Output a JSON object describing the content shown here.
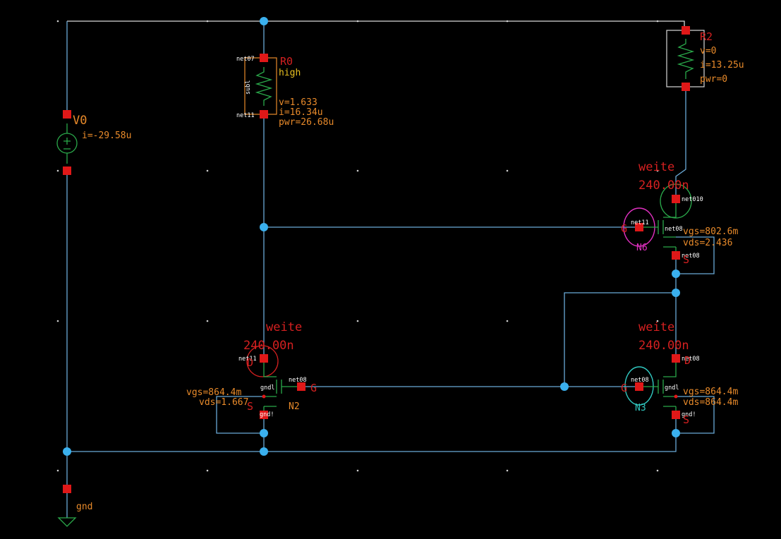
{
  "colors": {
    "background": "#000000",
    "wire": "#6aa9d6",
    "pin": "#e01818",
    "junction": "#3ab0ee",
    "annotation": "#e88a2a",
    "instance_label": "#d42020",
    "device_symbol": "#2aa84a"
  },
  "sources": {
    "v0": {
      "name": "V0",
      "current": "i=-29.58u"
    }
  },
  "resistors": {
    "r0": {
      "name": "R0",
      "model": "high",
      "tag": "subl",
      "voltage": "v=1.633",
      "current": "i=16.34u",
      "power": "pwr=26.68u",
      "net_top": "net07",
      "net_bottom": "net11"
    },
    "r2": {
      "name": "R2",
      "voltage": "v=0",
      "current": "i=13.25u",
      "power": "pwr=0"
    }
  },
  "transistors": {
    "n6": {
      "name": "N6",
      "width_label": "weite",
      "width_value": "240.00n",
      "net_drain": "net010",
      "net_gate": "net11",
      "net_body": "net08",
      "net_source": "net08",
      "vgs": "vgs=802.6m",
      "vds": "vds=2.436",
      "gate_letter": "G",
      "source_letter": "S"
    },
    "n2": {
      "name": "N2",
      "width_label": "weite",
      "width_value": "240.00n",
      "net_drain": "net11",
      "net_body": "gndl",
      "net_source_side": "net08",
      "net_bottom": "gnd!",
      "vgs": "vgs=864.4m",
      "vds": "vds=1.667",
      "drain_letter": "D",
      "gate_letter": "G",
      "source_letter": "S"
    },
    "n3": {
      "name": "N3",
      "width_label": "weite",
      "width_value": "240.00n",
      "net_drain": "net08",
      "net_gate": "net08",
      "net_body": "gndl",
      "net_bottom": "gnd!",
      "vgs": "vgs=864.4m",
      "vds": "vds=864.4m",
      "drain_letter": "D",
      "gate_letter": "G",
      "source_letter": "S"
    }
  },
  "ground": {
    "label": "gnd"
  }
}
